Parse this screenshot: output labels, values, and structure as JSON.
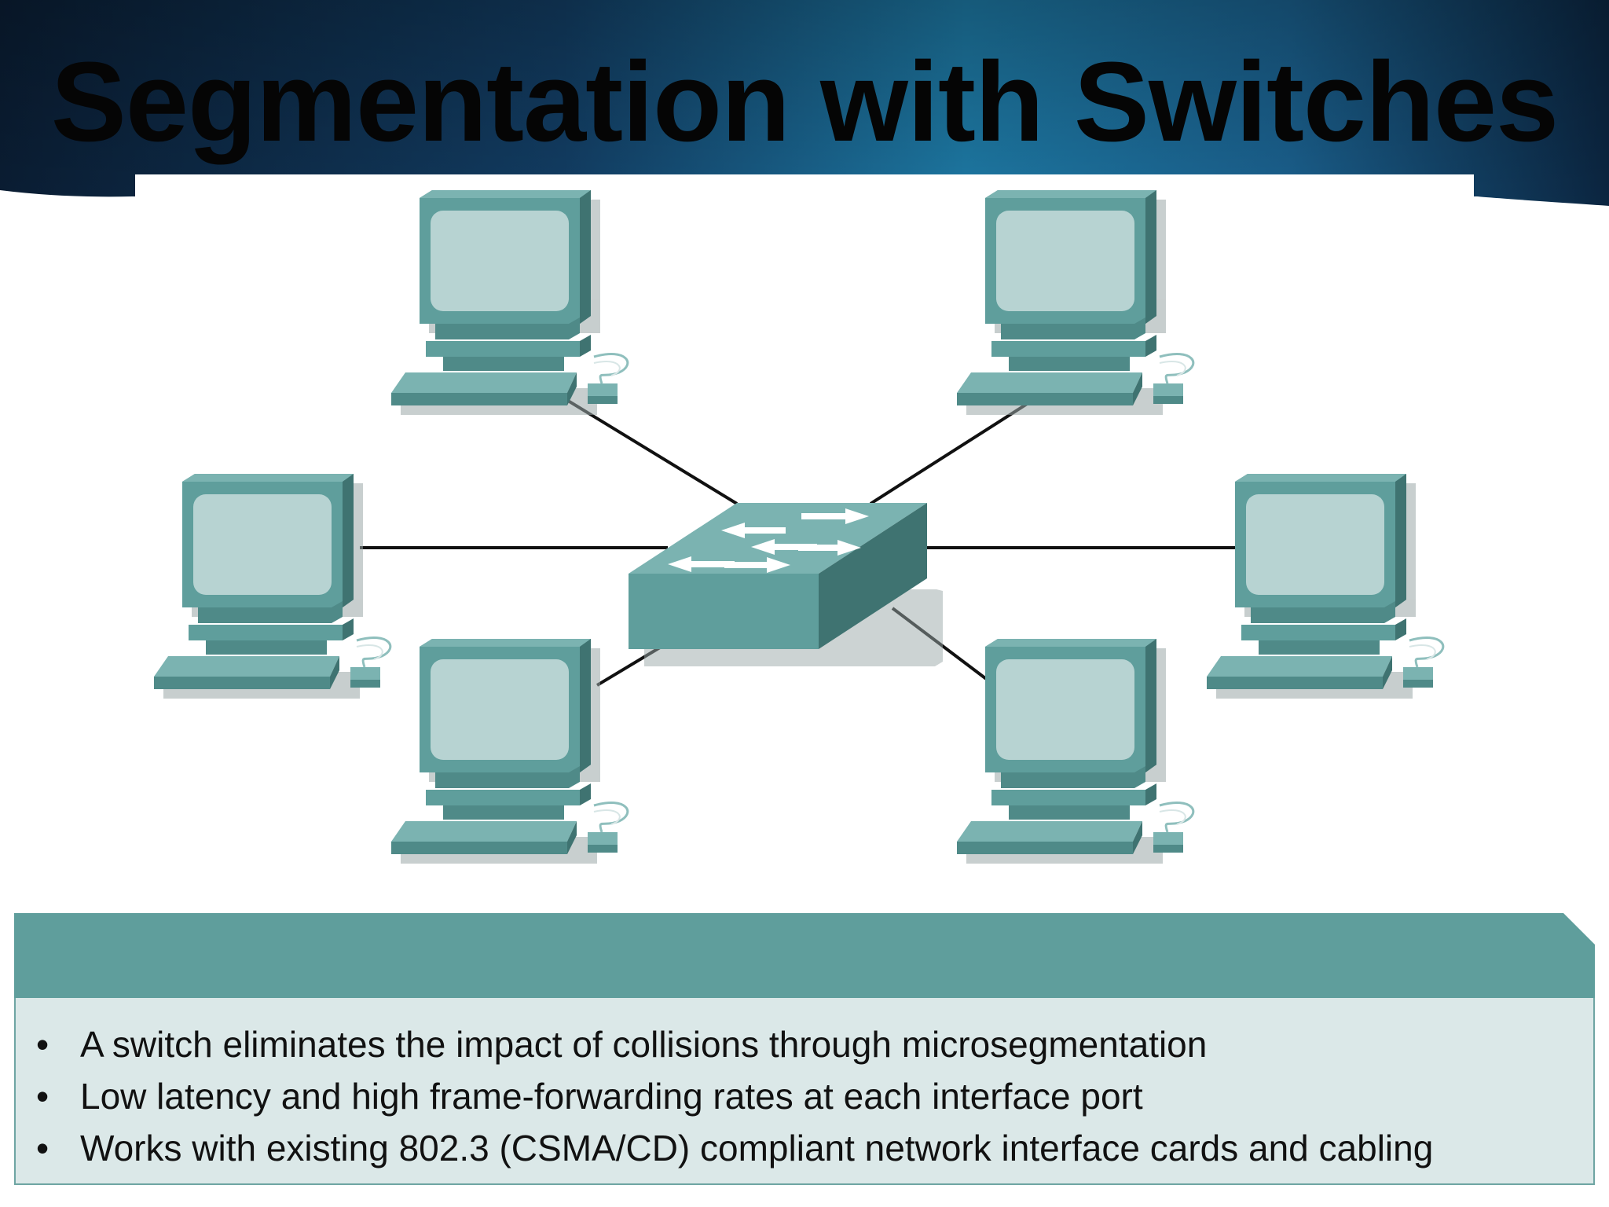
{
  "slide": {
    "title": "Segmentation with Switches"
  },
  "diagram": {
    "hub": "switch-icon",
    "nodes": [
      "computer-icon",
      "computer-icon",
      "computer-icon",
      "computer-icon",
      "computer-icon",
      "computer-icon"
    ]
  },
  "info_box": {
    "bullet_symbol": "•",
    "bullets": [
      "A switch eliminates the impact of collisions through microsegmentation",
      "Low latency and high frame-forwarding rates at each interface port",
      "Works with existing 802.3 (CSMA/CD) compliant network interface cards and cabling"
    ]
  },
  "colors": {
    "header_dark": "#0d2a44",
    "header_light": "#1a7fa6",
    "device_teal": "#5f9e9c",
    "screen_light": "#b7d3d2",
    "info_header": "#5f9e9c",
    "info_body": "#dbe8e8"
  }
}
